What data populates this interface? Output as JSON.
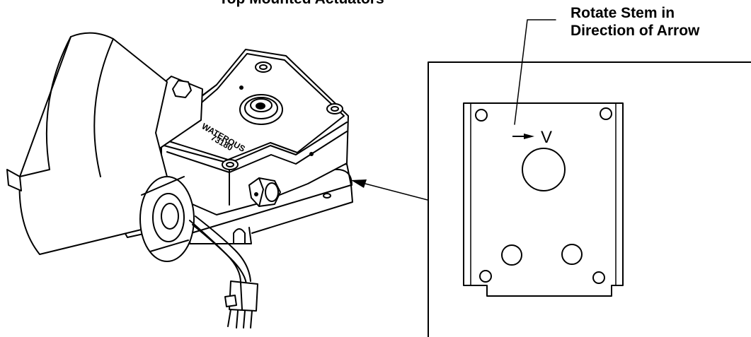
{
  "title": "Top Mounted Actuators",
  "callout": {
    "line1": "Rotate Stem in",
    "line2": "Direction of Arrow"
  },
  "actuator_label": {
    "line1": "WATEROUS",
    "line2": "73180"
  },
  "detail_label": "V",
  "colors": {
    "ink": "#000000",
    "background": "#ffffff"
  }
}
